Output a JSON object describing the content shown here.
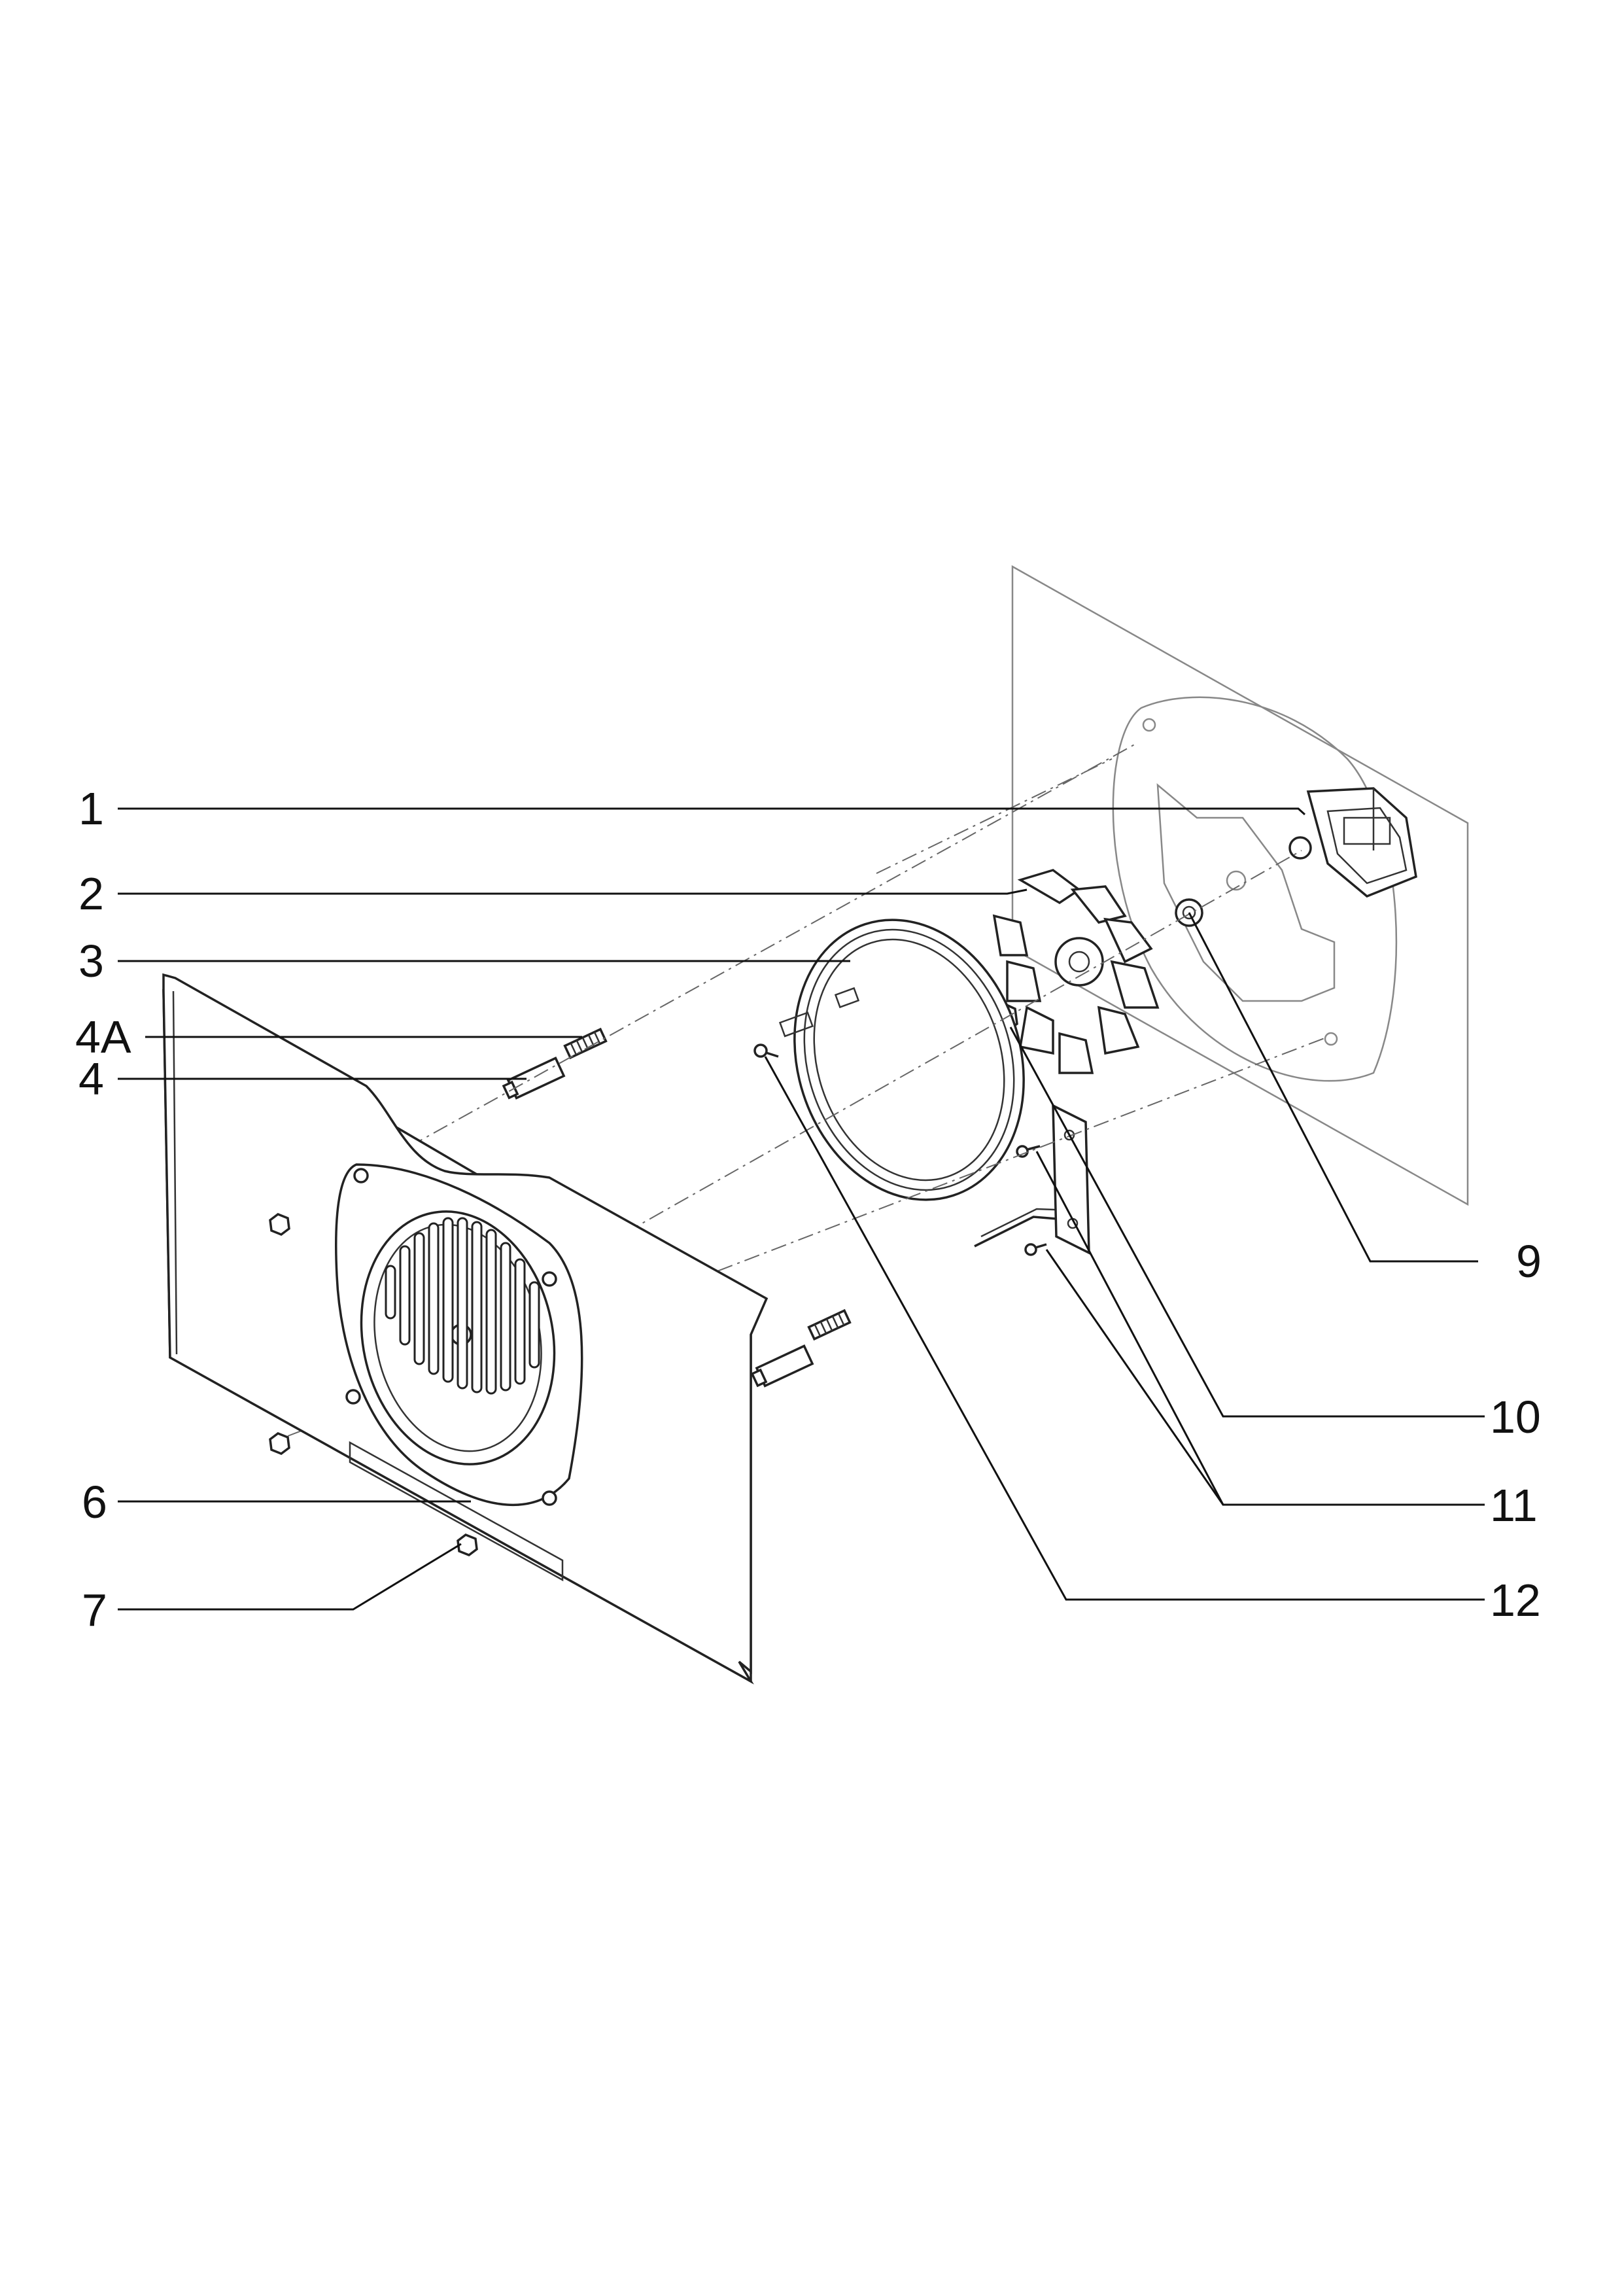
{
  "callouts": {
    "c1": "1",
    "c2": "2",
    "c3": "3",
    "c4a": "4A",
    "c4": "4",
    "c6": "6",
    "c7": "7",
    "c9": "9",
    "c10": "10",
    "c11": "11",
    "c12": "12"
  },
  "colors": {
    "line": "#222222",
    "background": "#ffffff"
  }
}
